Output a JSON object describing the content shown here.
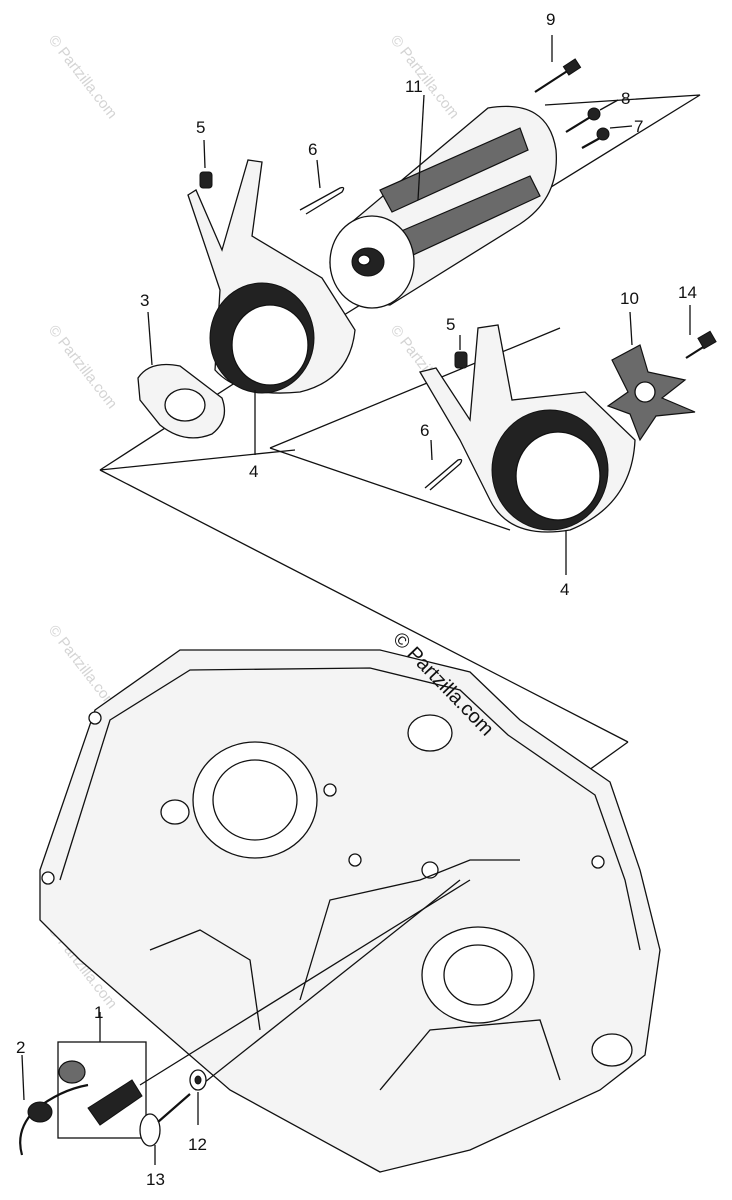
{
  "diagram": {
    "labels": {
      "p1": "1",
      "p2": "2",
      "p3": "3",
      "p4a": "4",
      "p4b": "4",
      "p5a": "5",
      "p5b": "5",
      "p6a": "6",
      "p6b": "6",
      "p7": "7",
      "p8": "8",
      "p9": "9",
      "p10": "10",
      "p11": "11",
      "p12": "12",
      "p13": "13",
      "p14": "14"
    },
    "watermark": "© Partzilla.com"
  }
}
